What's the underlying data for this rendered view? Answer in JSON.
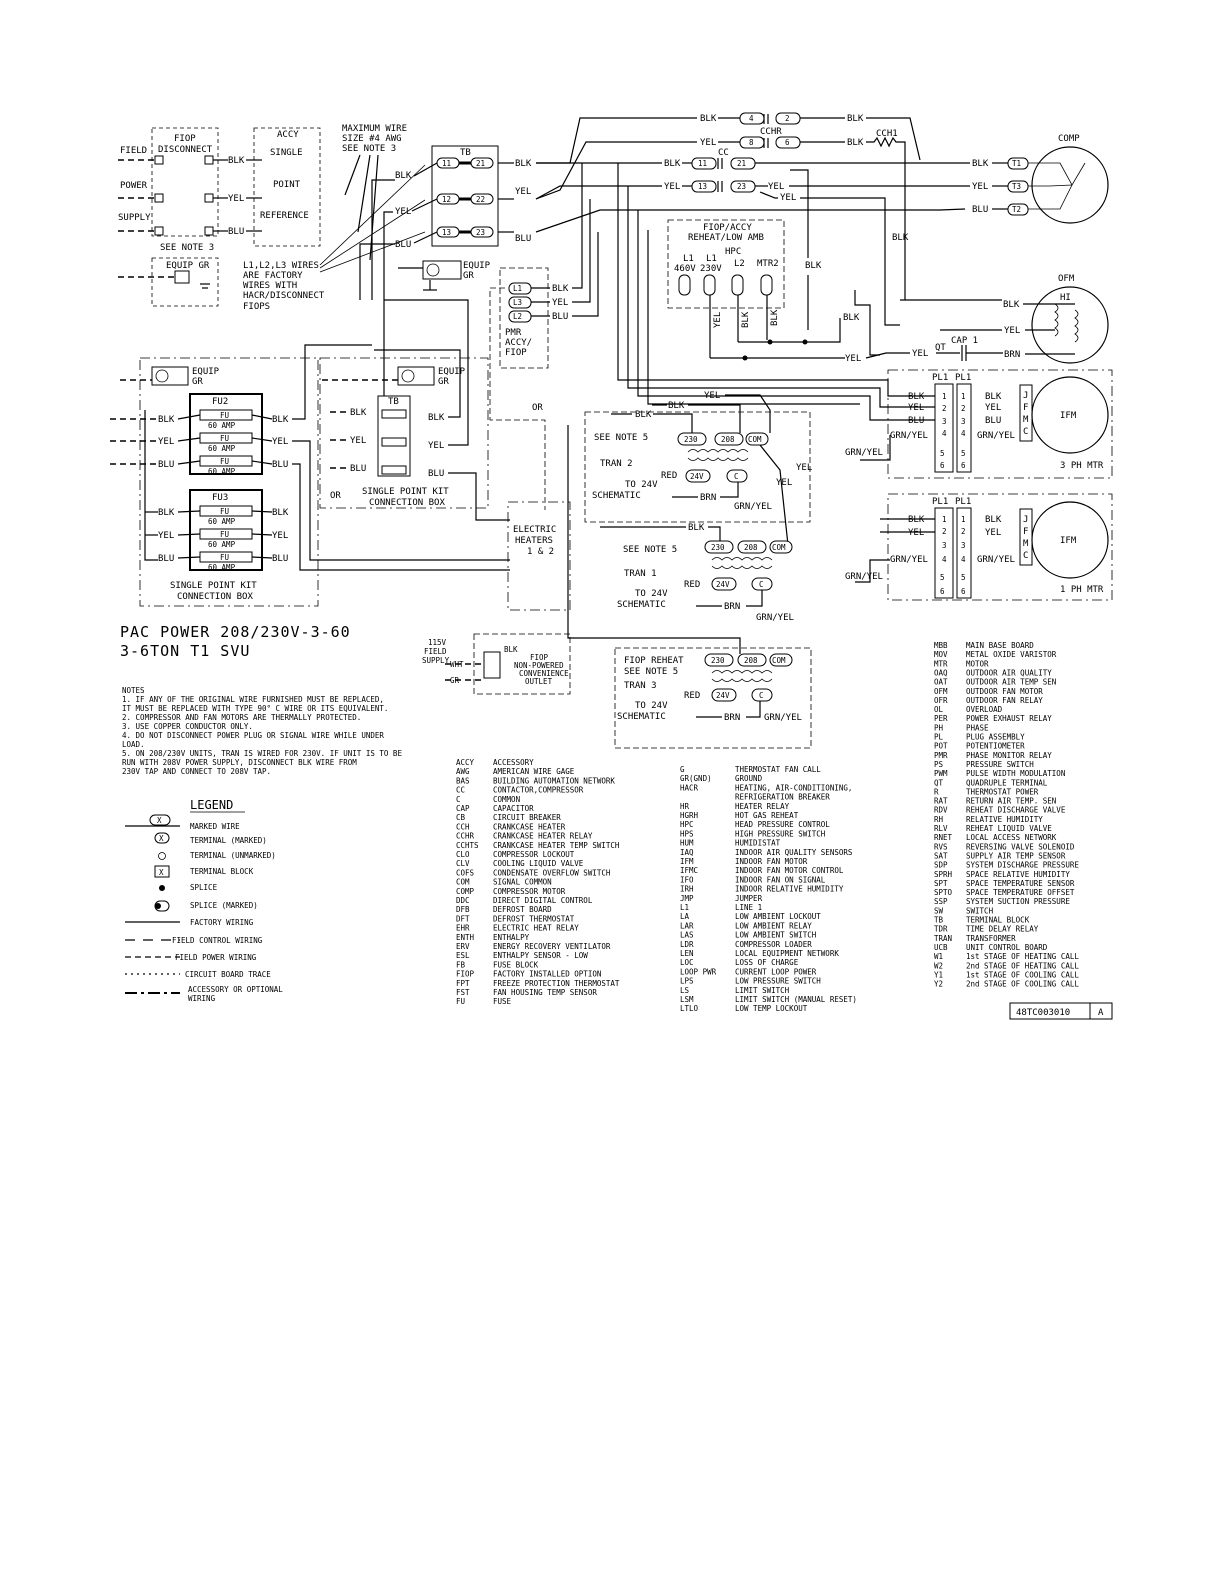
{
  "title": {
    "line1": "PAC POWER 208/230V-3-60",
    "line2": "3-6TON T1 SVU"
  },
  "drawing_number": "48TC003010",
  "revision": "A",
  "components": {
    "fiop_disconnect": {
      "line1": "FIOP",
      "line2": "DISCONNECT"
    },
    "field_power_supply": {
      "line1": "FIELD",
      "line2": "POWER",
      "line3": "SUPPLY"
    },
    "accy_single_point": {
      "line1": "ACCY",
      "line2": "SINGLE",
      "line3": "POINT",
      "line4": "REFERENCE"
    },
    "max_wire": {
      "line1": "MAXIMUM WIRE",
      "line2": "SIZE #4 AWG",
      "line3": "SEE NOTE 3"
    },
    "see_note_3": "SEE NOTE 3",
    "equip_gr": "EQUIP GR",
    "equip": "EQUIP",
    "gr": "GR",
    "factory_wires": {
      "line1": "L1,L2,L3 WIRES",
      "line2": "ARE FACTORY",
      "line3": "WIRES WITH",
      "line4": "HACR/DISCONNECT",
      "line5": "FIOPS"
    },
    "tb": "TB",
    "tb_left": [
      "11",
      "12",
      "13"
    ],
    "tb_right": [
      "21",
      "22",
      "23"
    ],
    "pmr_terms": [
      "L1",
      "L3",
      "L2"
    ],
    "pmr_label": {
      "line1": "PMR",
      "line2": "ACCY/",
      "line3": "FIOP"
    },
    "cchr": "CCHR",
    "cchr_terms": [
      "4",
      "2",
      "8",
      "6"
    ],
    "cch1": "CCH1",
    "cc": "CC",
    "cc_terms": [
      "11",
      "21",
      "13",
      "23"
    ],
    "comp": "COMP",
    "comp_terms": [
      "T1",
      "T3",
      "T2"
    ],
    "hpc_box": {
      "line1": "FIOP/ACCY",
      "line2": "REHEAT/LOW AMB",
      "hpc": "HPC",
      "t1": "L1",
      "t1b": "460V",
      "t2": "L1",
      "t2b": "230V",
      "t3": "L2",
      "t4": "MTR2"
    },
    "ofm": "OFM",
    "ofm_hi": "HI",
    "cap": "CAP 1",
    "qt": "QT",
    "ifm": "IFM",
    "jfmc": [
      "J",
      "F",
      "M",
      "C"
    ],
    "pl1": "PL1",
    "pl_pins": [
      "1",
      "2",
      "3",
      "4",
      "5",
      "6"
    ],
    "mtr_3ph": "3 PH MTR",
    "mtr_1ph": "1 PH MTR",
    "fu2": "FU2",
    "fu3": "FU3",
    "fu": "FU",
    "amp": "60 AMP",
    "spk_box1": {
      "line1": "SINGLE POINT KIT",
      "line2": "CONNECTION BOX"
    },
    "spk_box2": {
      "line1": "SINGLE POINT KIT",
      "line2": "CONNECTION BOX"
    },
    "or": "OR",
    "electric_heaters": {
      "line1": "ELECTRIC",
      "line2": "HEATERS",
      "line3": "1 & 2"
    },
    "see_note_5": "SEE NOTE 5",
    "tran2": "TRAN 2",
    "tran1": "TRAN 1",
    "tran3": "TRAN 3",
    "to_24v": "TO 24V",
    "schematic": "SCHEMATIC",
    "taps": [
      "230",
      "208",
      "COM"
    ],
    "tap_24v": "24V",
    "tap_c": "C",
    "fiop_reheat": "FIOP REHEAT",
    "outlet": {
      "v115": "115V",
      "field": "FIELD",
      "supply": "SUPPLY",
      "wht": "WHT",
      "gr": "GR",
      "blk": "BLK",
      "fiop": "FIOP",
      "np": "NON-POWERED",
      "conv": "CONVENIENCE",
      "out": "OUTLET"
    },
    "wires": {
      "blk": "BLK",
      "yel": "YEL",
      "blu": "BLU",
      "red": "RED",
      "brn": "BRN",
      "grnyel": "GRN/YEL"
    }
  },
  "notes": {
    "heading": "NOTES",
    "lines": [
      "1. IF ANY OF THE ORIGINAL WIRE FURNISHED MUST BE REPLACED,",
      "   IT MUST BE REPLACED WITH TYPE 90° C WIRE OR ITS EQUIVALENT.",
      "2. COMPRESSOR AND FAN MOTORS ARE THERMALLY PROTECTED.",
      "3. USE COPPER CONDUCTOR ONLY.",
      "4. DO NOT DISCONNECT POWER PLUG OR SIGNAL WIRE WHILE UNDER",
      "   LOAD.",
      "5. ON 208/230V UNITS, TRAN IS WIRED FOR 230V. IF UNIT IS TO BE",
      "   RUN WITH 208V POWER SUPPLY, DISCONNECT BLK WIRE FROM",
      "   230V TAP AND CONNECT TO 208V TAP."
    ]
  },
  "legend": {
    "heading": "LEGEND",
    "items": [
      {
        "symbol": "X",
        "text": "MARKED WIRE"
      },
      {
        "symbol": "X",
        "text": "TERMINAL (MARKED)"
      },
      {
        "symbol": "",
        "text": "TERMINAL (UNMARKED)"
      },
      {
        "symbol": "X",
        "text": "TERMINAL BLOCK"
      },
      {
        "symbol": "",
        "text": "SPLICE"
      },
      {
        "symbol": "",
        "text": "SPLICE (MARKED)"
      },
      {
        "symbol": "",
        "text": "FACTORY WIRING"
      },
      {
        "symbol": "",
        "text": "FIELD CONTROL WIRING"
      },
      {
        "symbol": "",
        "text": "FIELD POWER WIRING"
      },
      {
        "symbol": "",
        "text": "CIRCUIT BOARD TRACE"
      },
      {
        "symbol": "",
        "text": "ACCESSORY OR OPTIONAL"
      },
      {
        "symbol": "",
        "text": "WIRING"
      }
    ]
  },
  "abbreviations": {
    "col1": [
      [
        "ACCY",
        "ACCESSORY"
      ],
      [
        "AWG",
        "AMERICAN WIRE GAGE"
      ],
      [
        "BAS",
        "BUILDING AUTOMATION NETWORK"
      ],
      [
        "CC",
        "CONTACTOR,COMPRESSOR"
      ],
      [
        "C",
        "COMMON"
      ],
      [
        "CAP",
        "CAPACITOR"
      ],
      [
        "CB",
        "CIRCUIT BREAKER"
      ],
      [
        "CCH",
        "CRANKCASE HEATER"
      ],
      [
        "CCHR",
        "CRANKCASE HEATER RELAY"
      ],
      [
        "CCHTS",
        "CRANKCASE HEATER TEMP SWITCH"
      ],
      [
        "CLO",
        "COMPRESSOR LOCKOUT"
      ],
      [
        "CLV",
        "COOLING LIQUID VALVE"
      ],
      [
        "COFS",
        "CONDENSATE OVERFLOW SWITCH"
      ],
      [
        "COM",
        "SIGNAL COMMON"
      ],
      [
        "COMP",
        "COMPRESSOR MOTOR"
      ],
      [
        "DDC",
        "DIRECT DIGITAL CONTROL"
      ],
      [
        "DFB",
        "DEFROST BOARD"
      ],
      [
        "DFT",
        "DEFROST THERMOSTAT"
      ],
      [
        "EHR",
        "ELECTRIC HEAT RELAY"
      ],
      [
        "ENTH",
        "ENTHALPY"
      ],
      [
        "ERV",
        "ENERGY RECOVERY VENTILATOR"
      ],
      [
        "ESL",
        "ENTHALPY SENSOR - LOW"
      ],
      [
        "FB",
        "FUSE BLOCK"
      ],
      [
        "FIOP",
        "FACTORY INSTALLED OPTION"
      ],
      [
        "FPT",
        "FREEZE PROTECTION THERMOSTAT"
      ],
      [
        "FST",
        "FAN HOUSING TEMP SENSOR"
      ],
      [
        "FU",
        "FUSE"
      ]
    ],
    "col2": [
      [
        "G",
        "THERMOSTAT FAN CALL"
      ],
      [
        "GR(GND)",
        "GROUND"
      ],
      [
        "HACR",
        "HEATING, AIR-CONDITIONING,"
      ],
      [
        "",
        "REFRIGERATION BREAKER"
      ],
      [
        "HR",
        "HEATER RELAY"
      ],
      [
        "HGRH",
        "HOT GAS REHEAT"
      ],
      [
        "HPC",
        "HEAD PRESSURE CONTROL"
      ],
      [
        "HPS",
        "HIGH PRESSURE SWITCH"
      ],
      [
        "HUM",
        "HUMIDISTAT"
      ],
      [
        "IAQ",
        "INDOOR AIR QUALITY SENSORS"
      ],
      [
        "IFM",
        "INDOOR FAN MOTOR"
      ],
      [
        "IFMC",
        "INDOOR FAN MOTOR CONTROL"
      ],
      [
        "IFO",
        "INDOOR FAN ON SIGNAL"
      ],
      [
        "IRH",
        "INDOOR RELATIVE HUMIDITY"
      ],
      [
        "JMP",
        "JUMPER"
      ],
      [
        "L1",
        "LINE 1"
      ],
      [
        "LA",
        "LOW AMBIENT LOCKOUT"
      ],
      [
        "LAR",
        "LOW AMBIENT RELAY"
      ],
      [
        "LAS",
        "LOW AMBIENT SWITCH"
      ],
      [
        "LDR",
        "COMPRESSOR LOADER"
      ],
      [
        "LEN",
        "LOCAL EQUIPMENT NETWORK"
      ],
      [
        "LOC",
        "LOSS OF CHARGE"
      ],
      [
        "LOOP PWR",
        "CURRENT LOOP POWER"
      ],
      [
        "LPS",
        "LOW PRESSURE SWITCH"
      ],
      [
        "LS",
        "LIMIT SWITCH"
      ],
      [
        "LSM",
        "LIMIT SWITCH (MANUAL RESET)"
      ],
      [
        "LTLO",
        "LOW TEMP LOCKOUT"
      ]
    ],
    "col3": [
      [
        "MBB",
        "MAIN BASE BOARD"
      ],
      [
        "MOV",
        "METAL OXIDE VARISTOR"
      ],
      [
        "MTR",
        "MOTOR"
      ],
      [
        "OAQ",
        "OUTDOOR AIR QUALITY"
      ],
      [
        "OAT",
        "OUTDOOR AIR TEMP  SEN"
      ],
      [
        "OFM",
        "OUTDOOR FAN MOTOR"
      ],
      [
        "OFR",
        "OUTDOOR FAN RELAY"
      ],
      [
        "OL",
        "OVERLOAD"
      ],
      [
        "PER",
        "POWER EXHAUST RELAY"
      ],
      [
        "PH",
        "PHASE"
      ],
      [
        "PL",
        "PLUG ASSEMBLY"
      ],
      [
        "POT",
        "POTENTIOMETER"
      ],
      [
        "PMR",
        "PHASE MONITOR RELAY"
      ],
      [
        "PS",
        "PRESSURE SWITCH"
      ],
      [
        "PWM",
        "PULSE WIDTH MODULATION"
      ],
      [
        "QT",
        "QUADRUPLE TERMINAL"
      ],
      [
        "R",
        "THERMOSTAT POWER"
      ],
      [
        "RAT",
        "RETURN AIR TEMP. SEN"
      ],
      [
        "RDV",
        "REHEAT DISCHARGE VALVE"
      ],
      [
        "RH",
        "RELATIVE HUMIDITY"
      ],
      [
        "RLV",
        "REHEAT LIQUID VALVE"
      ],
      [
        "RNET",
        "LOCAL ACCESS NETWORK"
      ],
      [
        "RVS",
        "REVERSING VALVE SOLENOID"
      ],
      [
        "SAT",
        "SUPPLY AIR TEMP SENSOR"
      ],
      [
        "SDP",
        "SYSTEM DISCHARGE PRESSURE"
      ],
      [
        "SPRH",
        "SPACE RELATIVE HUMIDITY"
      ],
      [
        "SPT",
        "SPACE TEMPERATURE SENSOR"
      ],
      [
        "SPTO",
        "SPACE TEMPERATURE OFFSET"
      ],
      [
        "SSP",
        "SYSTEM SUCTION PRESSURE"
      ],
      [
        "SW",
        "SWITCH"
      ],
      [
        "TB",
        "TERMINAL BLOCK"
      ],
      [
        "TDR",
        "TIME DELAY RELAY"
      ],
      [
        "TRAN",
        "TRANSFORMER"
      ],
      [
        "UCB",
        "UNIT CONTROL BOARD"
      ],
      [
        "W1",
        "1st STAGE OF HEATING CALL"
      ],
      [
        "W2",
        "2nd STAGE OF HEATING CALL"
      ],
      [
        "Y1",
        "1st STAGE OF COOLING CALL"
      ],
      [
        "Y2",
        "2nd STAGE OF COOLING CALL"
      ]
    ]
  }
}
